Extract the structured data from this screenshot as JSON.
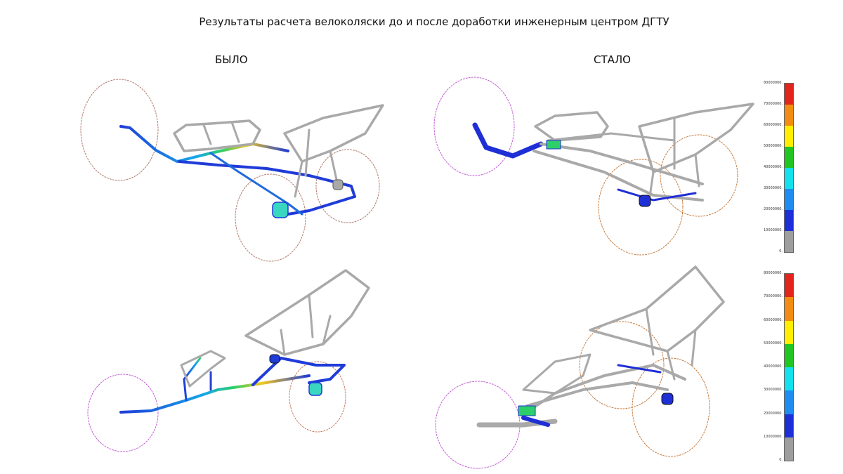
{
  "title": "Результаты расчета велоколяски до и после доработки инженерным центром ДГТУ",
  "captions": {
    "before": "БЫЛО",
    "after": "СТАЛО"
  },
  "legend": {
    "ticks": [
      "80000000.",
      "70000000.",
      "60000000.",
      "50000000.",
      "40000000.",
      "30000000.",
      "20000000.",
      "10000000.",
      "0."
    ],
    "colors": [
      "#e0261c",
      "#f28c12",
      "#ffee00",
      "#22c522",
      "#15e0ee",
      "#1f8cf0",
      "#1f2fd6",
      "#9e9e9e"
    ]
  },
  "colors": {
    "frame": "#a9a9a9",
    "stress_low": "#1f3cd8",
    "stress_mid": "#16a8e8",
    "stress_high": "#f2c81e",
    "wheel": "#c87a5a",
    "wheel_alt": "#c35ad6"
  }
}
